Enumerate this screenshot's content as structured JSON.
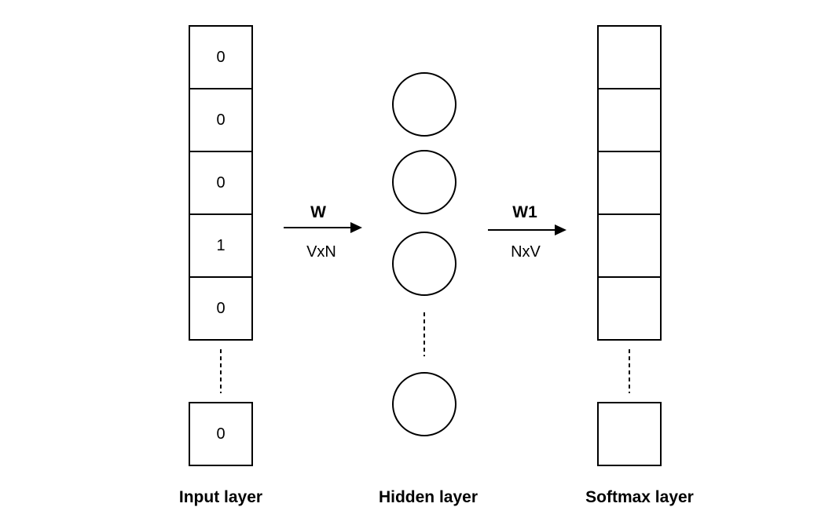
{
  "input_layer": {
    "label": "Input layer",
    "values": [
      "0",
      "0",
      "0",
      "1",
      "0"
    ],
    "last_value": "0"
  },
  "hidden_layer": {
    "label": "Hidden layer",
    "visible_neurons": 4
  },
  "softmax_layer": {
    "label": "Softmax layer",
    "visible_cells": 6
  },
  "connections": {
    "input_to_hidden": {
      "weight": "W",
      "dims": "VxN"
    },
    "hidden_to_output": {
      "weight": "W1",
      "dims": "NxV"
    }
  },
  "colors": {
    "stroke": "#000000",
    "background": "#ffffff"
  }
}
